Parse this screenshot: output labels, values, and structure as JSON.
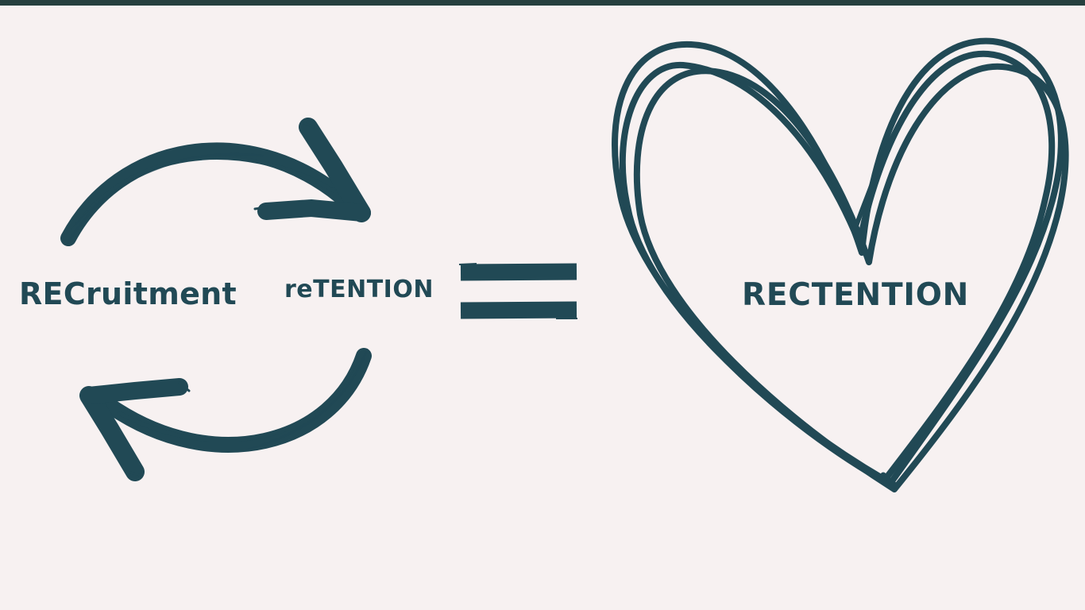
{
  "diagram": {
    "left_term": "RECruitment",
    "right_term": "reTENTION",
    "result_term": "RECTENTION",
    "symbols": {
      "cycle": "cycle-arrows-icon",
      "equals": "equals-sign-icon",
      "result": "heart-icon"
    }
  },
  "colors": {
    "background": "#f7f1f1",
    "top_bar": "#26403f",
    "ink": "#214955"
  }
}
